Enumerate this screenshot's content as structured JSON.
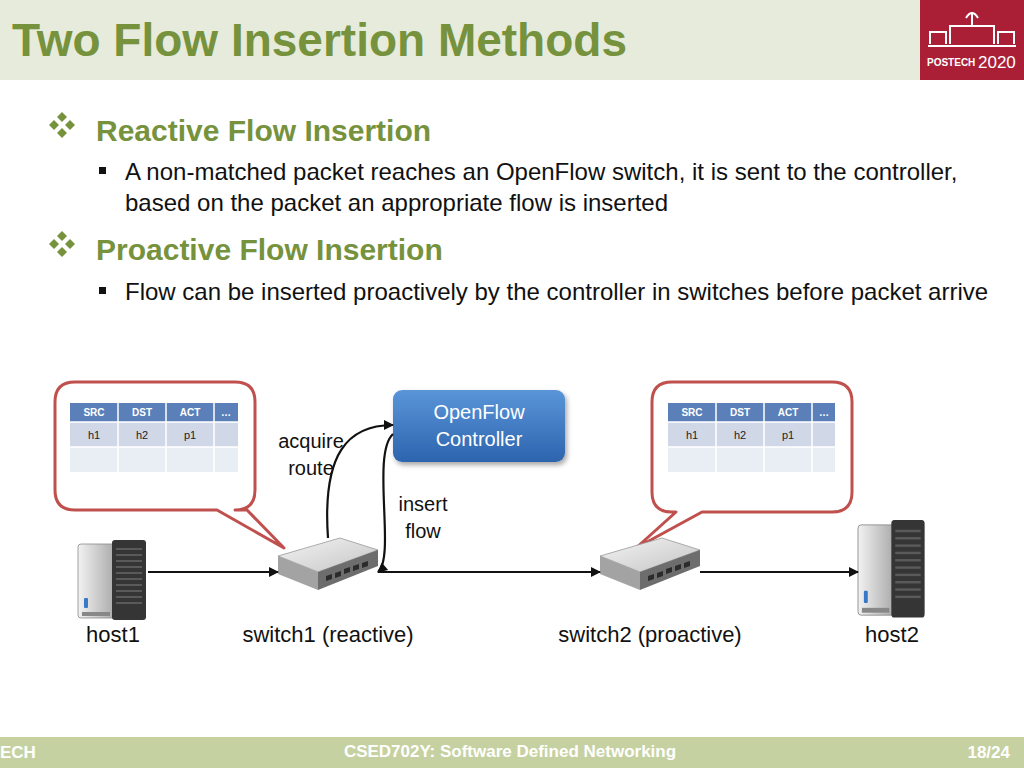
{
  "diagram": {
    "title": "Two Flow Insertion Methods",
    "nodes": [
      {
        "text": [
          "OpenFlow Controller"
        ]
      },
      {
        "text": [
          "host1"
        ]
      },
      {
        "text": [
          "switch1 (reactive)"
        ]
      },
      {
        "text": [
          "switch2 (proactive)"
        ]
      },
      {
        "text": [
          "host2"
        ]
      }
    ],
    "edges": [
      {
        "from": 1,
        "to": 2,
        "arrow": "to"
      },
      {
        "from": 2,
        "to": 3,
        "arrow": "to"
      },
      {
        "from": 3,
        "to": 4,
        "arrow": "to"
      },
      {
        "from": 2,
        "to": 0,
        "label": "acquire route",
        "arrow": "to"
      },
      {
        "from": 0,
        "to": 2,
        "label": "insert flow",
        "arrow": "to"
      }
    ],
    "labels": [
      "Reactive Flow Insertion",
      "A non-matched packet reaches an OpenFlow switch, it is sent to the controller, based on the packet an appropriate flow is inserted",
      "Proactive Flow Insertion",
      "Flow can be inserted proactively by the controller in switches before packet arrive",
      "SRC",
      "DST",
      "ACT",
      "…",
      "h1",
      "h2",
      "p1",
      "SRC",
      "DST",
      "ACT",
      "…",
      "h1",
      "h2",
      "p1",
      "CSED702Y: Software Defined Networking",
      "ECH",
      "18/24",
      "POSTECH",
      "2020"
    ]
  }
}
